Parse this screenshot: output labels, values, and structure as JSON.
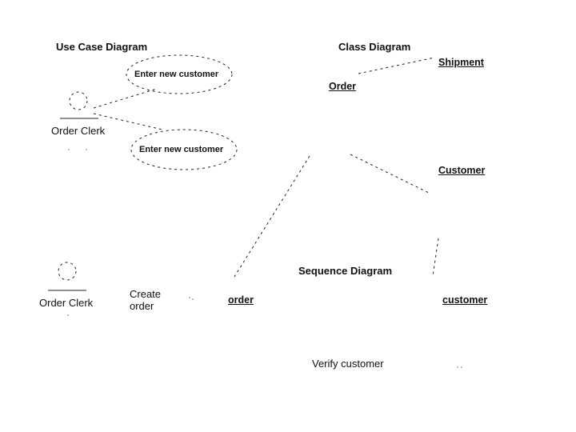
{
  "use_case": {
    "title": "Use Case Diagram",
    "actor_label": "Order Clerk",
    "use_case_1": "Enter new customer",
    "use_case_2": "Enter new customer"
  },
  "class_diagram": {
    "title": "Class Diagram",
    "classes": {
      "shipment": "Shipment",
      "order": "Order",
      "customer": "Customer"
    }
  },
  "sequence_diagram": {
    "title": "Sequence Diagram",
    "actor_label": "Order Clerk",
    "message_1": "Create\norder",
    "object_order": "order",
    "object_customer": "customer",
    "message_2": "Verify customer"
  }
}
